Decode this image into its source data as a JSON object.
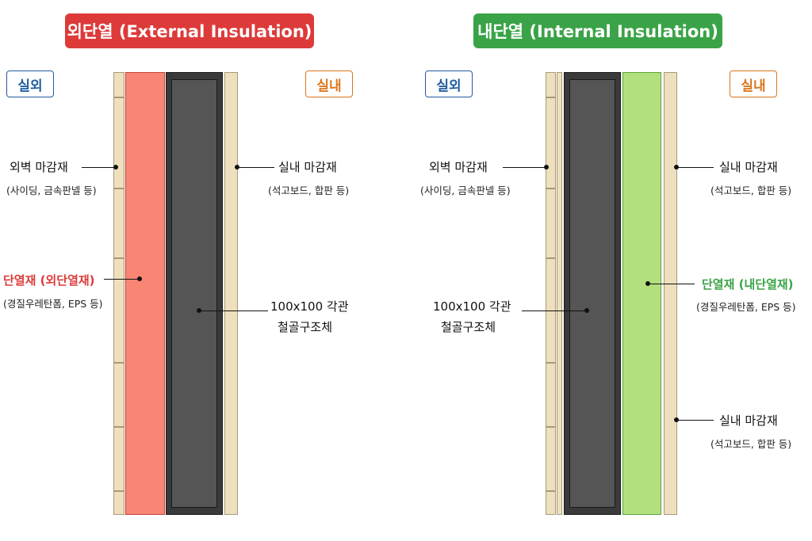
{
  "colors": {
    "external_accent": "#dc3b3a",
    "internal_accent": "#3aa347",
    "outdoor_tag": "#1f5da0",
    "indoor_tag": "#d9761c",
    "external_insulation_fill": "#f98574",
    "internal_insulation_fill": "#b3e07f",
    "steel_fill": "#555555",
    "board_fill": "#eedfbe"
  },
  "left": {
    "title": "외단열 (External Insulation)",
    "outdoor_tag": "실외",
    "indoor_tag": "실내",
    "exterior_finish": {
      "label": "외벽 마감재",
      "sub": "(사이딩, 금속판넬 등)"
    },
    "insulation": {
      "label": "단열재 (외단열재)",
      "sub": "(경질우레탄폼, EPS 등)"
    },
    "interior_finish": {
      "label": "실내 마감재",
      "sub": "(석고보드, 합판 등)"
    },
    "steel": {
      "line1": "100x100 각관",
      "line2": "철골구조체"
    }
  },
  "right": {
    "title": "내단열 (Internal Insulation)",
    "outdoor_tag": "실외",
    "indoor_tag": "실내",
    "exterior_finish": {
      "label": "외벽 마감재",
      "sub": "(사이딩, 금속판넬 등)"
    },
    "interior_finish_top": {
      "label": "실내 마감재",
      "sub": "(석고보드, 합판 등)"
    },
    "insulation": {
      "label": "단열재 (내단열재)",
      "sub": "(경질우레탄폼, EPS 등)"
    },
    "steel": {
      "line1": "100x100 각관",
      "line2": "철골구조체"
    },
    "interior_finish_bottom": {
      "label": "실내 마감재",
      "sub": "(석고보드, 합판 등)"
    }
  }
}
